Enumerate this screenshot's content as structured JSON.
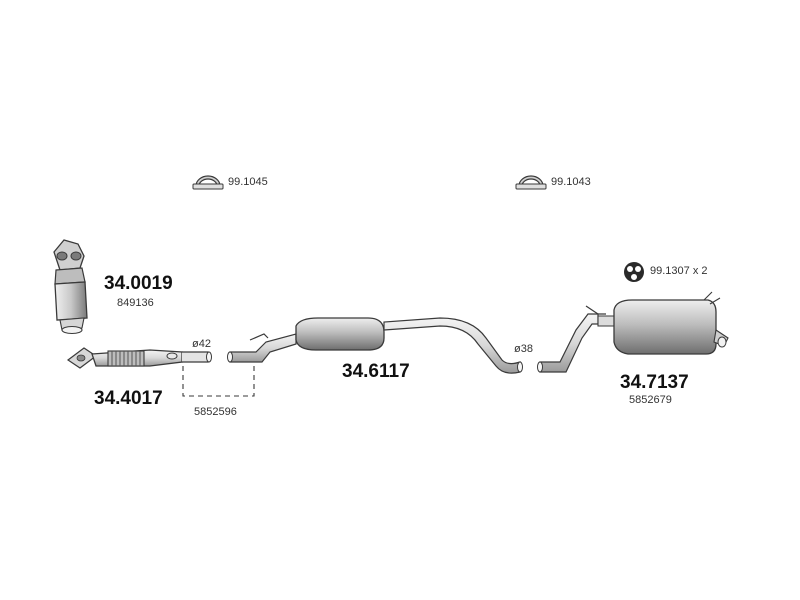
{
  "clamps": {
    "front": "99.1045",
    "rear": "99.1043",
    "rubber_mount": "99.1307 x 2"
  },
  "parts": {
    "catalyst": {
      "number": "34.0019",
      "oem": "849136"
    },
    "front_pipe": {
      "number": "34.4017"
    },
    "repair_pipe": {
      "oem": "5852596"
    },
    "middle_silencer": {
      "number": "34.6117"
    },
    "rear_silencer": {
      "number": "34.7137",
      "oem": "5852679"
    }
  },
  "diameters": {
    "front": "ø42",
    "rear": "ø38"
  },
  "colors": {
    "outline": "#3a3a3a",
    "fill_light": "#e6e6e6",
    "fill_mid": "#c4c4c4",
    "fill_dark": "#8a8a8a"
  }
}
